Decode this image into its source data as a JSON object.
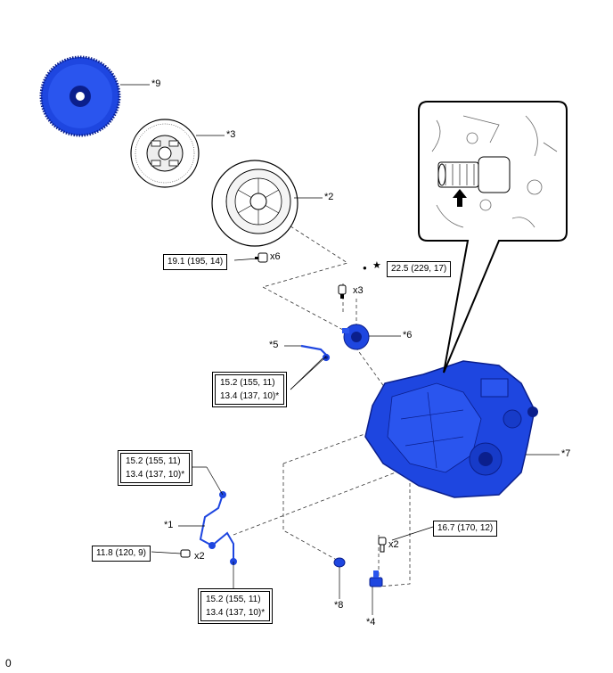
{
  "colors": {
    "part_blue": "#1e46e0",
    "part_dark": "#0b1f8c",
    "line": "#000000"
  },
  "part_labels": {
    "p9": "*9",
    "p3": "*3",
    "p2": "*2",
    "p6": "*6",
    "p5": "*5",
    "p7": "*7",
    "p1": "*1",
    "p8": "*8",
    "p4": "*4"
  },
  "quantities": {
    "q_flywheel_bolts": "x6",
    "q_release_bolts": "x3",
    "q_sensor_bolts": "x2",
    "q_lower_bolts": "x2"
  },
  "symbols": {
    "dot": "●",
    "star": "★"
  },
  "torques": {
    "t1": "19.1 (195, 14)",
    "t2": "22.5 (229, 17)",
    "t3a": "15.2 (155, 11)",
    "t3b": "13.4 (137, 10)*",
    "t4a": "15.2 (155, 11)",
    "t4b": "13.4 (137, 10)*",
    "t5": "16.7 (170, 12)",
    "t6": "11.8 (120, 9)",
    "t7a": "15.2 (155, 11)",
    "t7b": "13.4 (137, 10)*"
  },
  "footer": {
    "code": "0"
  }
}
